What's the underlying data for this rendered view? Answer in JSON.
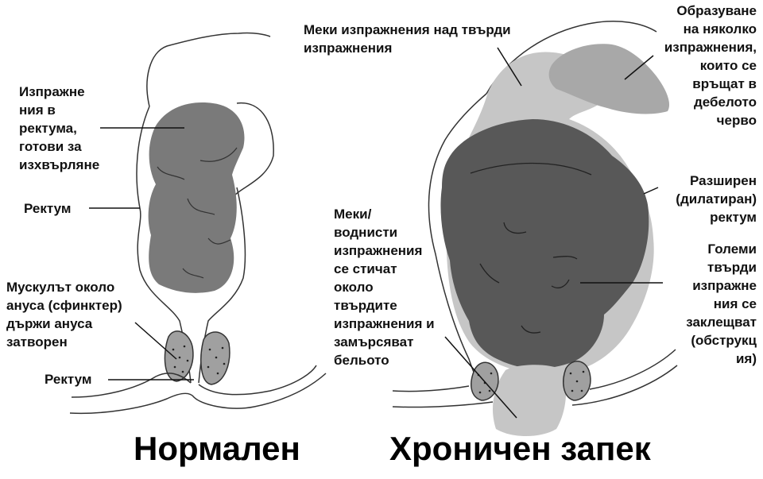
{
  "colors": {
    "dark_stool": "#585858",
    "mid_stool": "#7a7a7a",
    "light_stool": "#c6c6c6",
    "medium_gray": "#a8a8a8",
    "sphincter": "#a0a0a0",
    "outline": "#333333"
  },
  "normal": {
    "title": "Нормален",
    "labels": {
      "stool_ready": "Изпражне\nния в\nректума,\nготови за\nизхвърляне",
      "rectum_upper": "Ректум",
      "sphincter": "Мускулът около\nануса (сфинктер)\nдържи ануса\nзатворен",
      "rectum_lower": "Ректум"
    }
  },
  "chronic": {
    "title": "Хроничен запек",
    "labels": {
      "soft_over_hard": "Меки изпражнения над твърди\nизпражнения",
      "several_stools": "Образуване\nна няколко\nизпражнения,\nкоито се\nвръщат в\nдебелото\nчерво",
      "dilated_rectum": "Разширен\n(дилатиран)\nректум",
      "soft_watery": "Меки/\nводнисти\nизпражнения\nсе стичат\nоколо\nтвърдите\nизпражнения и\nзамърсяват\nбельото",
      "large_hard": "Големи\nтвърди\nизпражне\nния се\nзаклещват\n(обструкц\nия)"
    }
  }
}
